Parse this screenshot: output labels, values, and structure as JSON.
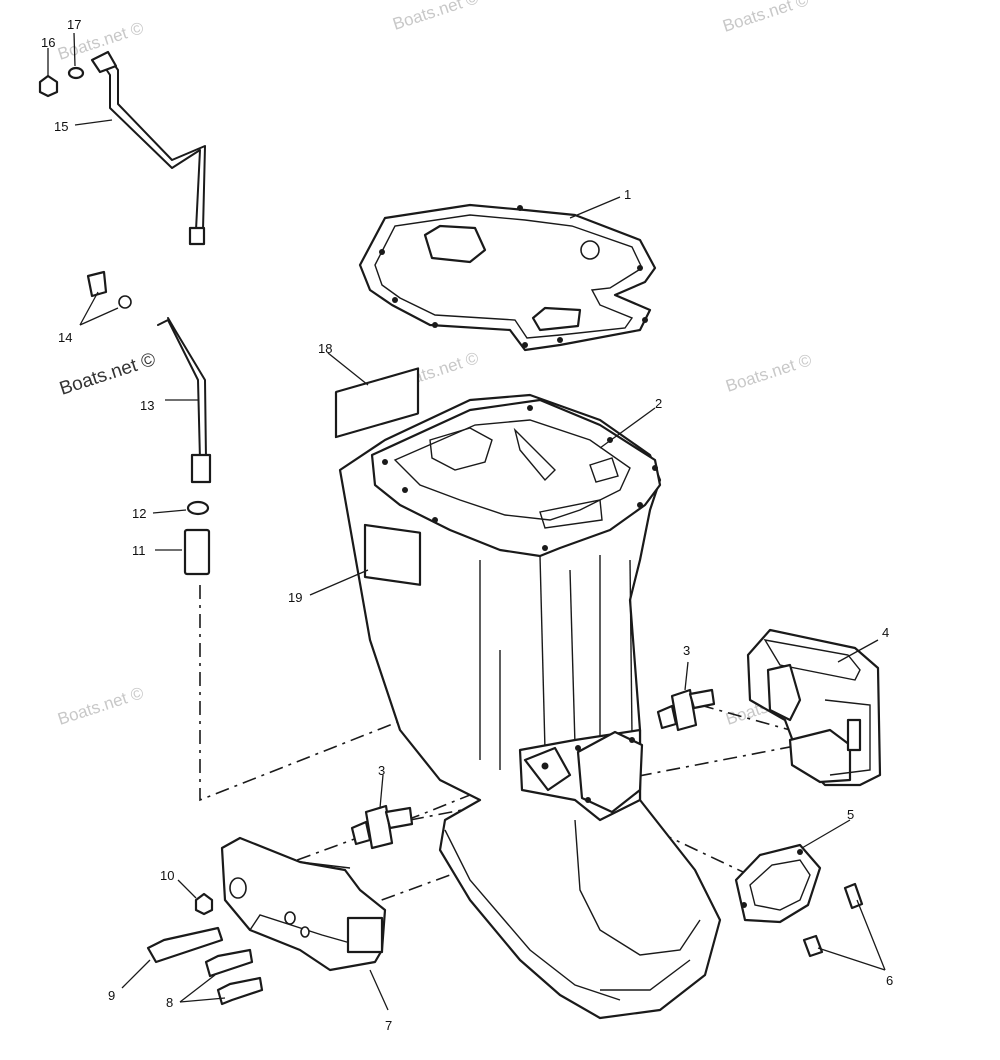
{
  "watermark": {
    "text": "Boats.net ©"
  },
  "callouts": {
    "c1": "1",
    "c2": "2",
    "c3a": "3",
    "c3b": "3",
    "c4": "4",
    "c5": "5",
    "c6": "6",
    "c7": "7",
    "c8": "8",
    "c9": "9",
    "c10": "10",
    "c11": "11",
    "c12": "12",
    "c13": "13",
    "c14": "14",
    "c15": "15",
    "c16": "16",
    "c17": "17",
    "c18": "18",
    "c19": "19"
  }
}
